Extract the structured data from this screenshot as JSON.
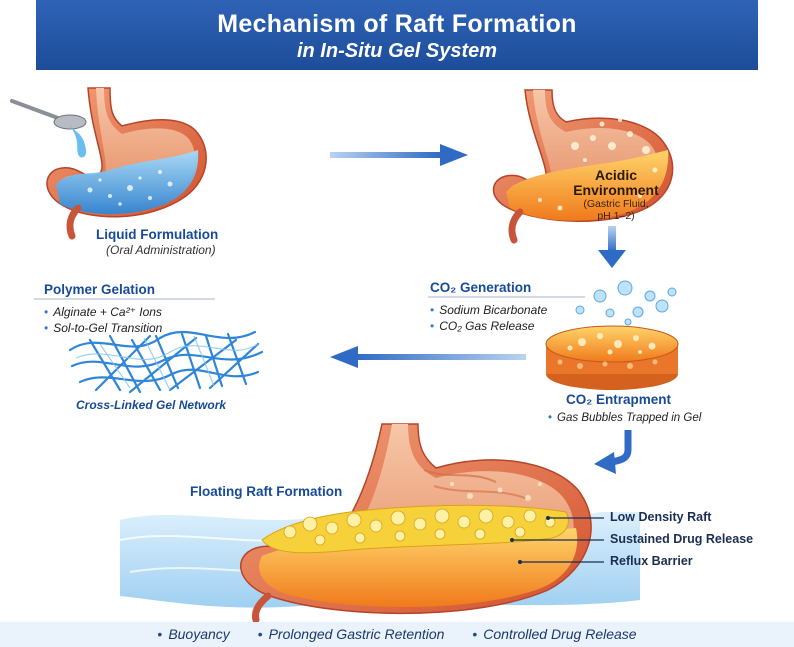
{
  "title": {
    "main": "Mechanism of Raft Formation",
    "sub": "in In-Situ Gel System"
  },
  "step1": {
    "title": "Liquid Formulation",
    "subtitle": "(Oral Administration)"
  },
  "step2": {
    "title_line1": "Acidic",
    "title_line2": "Environment",
    "detail_line1": "(Gastric Fluid,",
    "detail_line2": "pH 1–2)"
  },
  "co2_generation": {
    "title": "CO₂ Generation",
    "bullets": [
      "Sodium Bicarbonate",
      "CO₂ Gas Release"
    ]
  },
  "polymer_gelation": {
    "title": "Polymer Gelation",
    "bullets": [
      "Alginate + Ca²⁺ Ions",
      "Sol-to-Gel Transition"
    ],
    "network_label": "Cross-Linked Gel Network"
  },
  "co2_entrapment": {
    "title": "CO₂ Entrapment",
    "bullet": "Gas Bubbles Trapped in Gel"
  },
  "raft": {
    "title": "Floating Raft Formation",
    "callouts": [
      "Low Density Raft",
      "Sustained Drug Release",
      "Reflux Barrier"
    ]
  },
  "footer": {
    "items": [
      "Buoyancy",
      "Prolonged Gastric Retention",
      "Controlled Drug Release"
    ]
  },
  "colors": {
    "brand_blue": "#1d4d9a",
    "stomach_wall": "#e4683d",
    "liquid_blue": "#4aa6e6",
    "gel_orange": "#f5a12a",
    "raft_yellow": "#f7d13a"
  }
}
